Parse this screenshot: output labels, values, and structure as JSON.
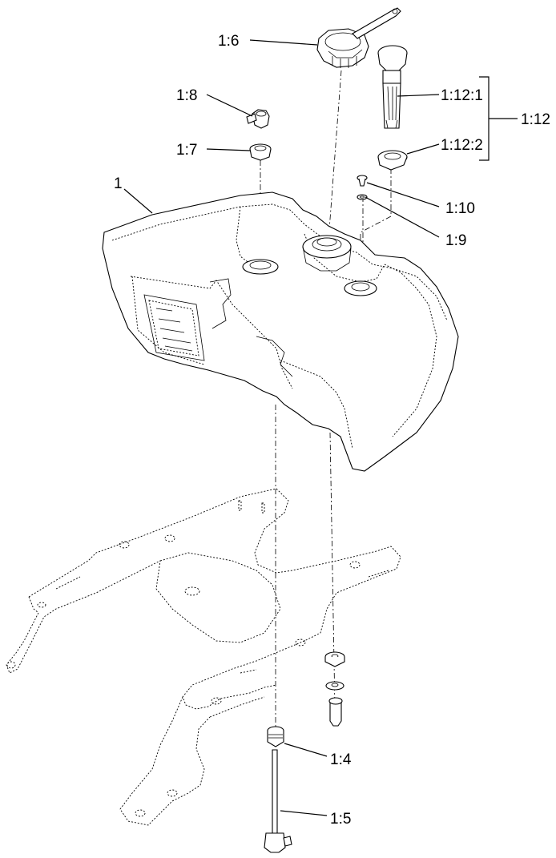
{
  "callouts": {
    "c1": "1",
    "c1_4": "1:4",
    "c1_5": "1:5",
    "c1_6": "1:6",
    "c1_7": "1:7",
    "c1_8": "1:8",
    "c1_9": "1:9",
    "c1_10": "1:10",
    "c1_12": "1:12",
    "c1_12_1": "1:12:1",
    "c1_12_2": "1:12:2"
  }
}
